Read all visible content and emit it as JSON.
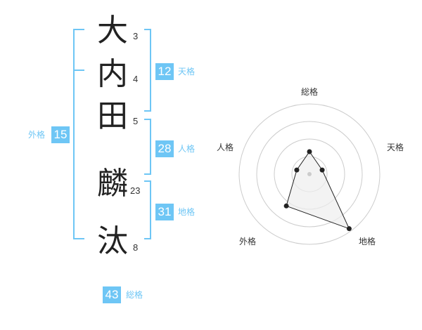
{
  "name": {
    "chars": [
      {
        "char": "大",
        "strokes": "3"
      },
      {
        "char": "内",
        "strokes": "4"
      },
      {
        "char": "田",
        "strokes": "5"
      },
      {
        "char": "麟",
        "strokes": "23"
      },
      {
        "char": "汰",
        "strokes": "8"
      }
    ]
  },
  "kakusu": {
    "tenkaku": {
      "value": "12",
      "label": "天格"
    },
    "jinkaku": {
      "value": "28",
      "label": "人格"
    },
    "chikaku": {
      "value": "31",
      "label": "地格"
    },
    "gaikaku": {
      "value": "15",
      "label": "外格"
    },
    "soukaku": {
      "value": "43",
      "label": "総格"
    }
  },
  "colors": {
    "accent": "#6ec6f5",
    "grid": "#cccccc",
    "fill": "#eeeeee"
  },
  "chart_data": {
    "type": "radar",
    "axes": [
      "総格",
      "天格",
      "地格",
      "外格",
      "人格"
    ],
    "values": [
      0.32,
      0.19,
      0.96,
      0.56,
      0.19
    ],
    "rings": 4
  }
}
